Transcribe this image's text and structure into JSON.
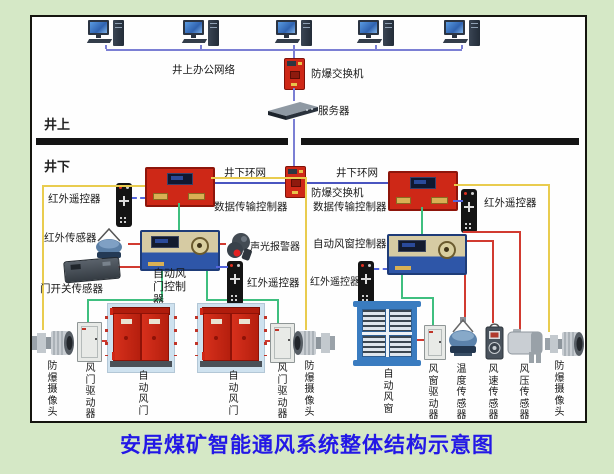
{
  "title": {
    "text": "安居煤矿智能通风系统整体结构示意图"
  },
  "surface": {
    "zone": "井上",
    "office_network": "井上办公网络",
    "switch": "防爆交换机",
    "server": "服务器"
  },
  "underground": {
    "zone": "井下",
    "ring_network": "井下环网",
    "switch": "防爆交换机",
    "data_controller": "数据传输控制器",
    "ir_remote": "红外遥控器",
    "ir_sensor": "红外传感器",
    "door_switch_sensor": "门开关传感器",
    "alarm": "声光报警器",
    "door_controller": "自动风门控制器",
    "window_controller": "自动风窗控制器"
  },
  "field_devices": {
    "camera": "防爆摄像头",
    "door_driver": "风门驱动器",
    "auto_door": "自动风门",
    "auto_window": "自动风窗",
    "window_driver": "风窗驱动器",
    "temperature_sensor": "温度传感器",
    "wind_speed_sensor": "风速传感器",
    "wind_pressure_sensor": "风压传感器"
  },
  "colors": {
    "background": "#d5e8c6",
    "title_text": "#2318e6",
    "network_line": "#7b7fd4",
    "ring_line": "#4a55c0",
    "camera_line_yellow": "#e9cc4f",
    "control_line_green": "#3fbf7f",
    "signal_line_red": "#d13a30",
    "device_red": "#ce2817"
  }
}
